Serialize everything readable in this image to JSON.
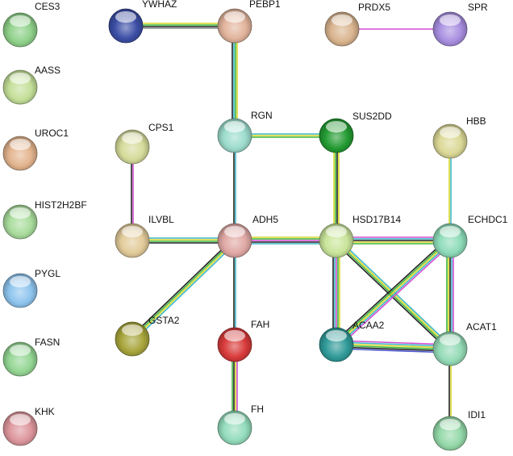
{
  "nodes": [
    {
      "id": "CES3",
      "label": "CES3",
      "color": "#8fd18a"
    },
    {
      "id": "AASS",
      "label": "AASS",
      "color": "#c3df98"
    },
    {
      "id": "UROC1",
      "label": "UROC1",
      "color": "#e3b48e"
    },
    {
      "id": "HIST2H2BF",
      "label": "HIST2H2BF",
      "color": "#a9dc9c"
    },
    {
      "id": "PYGL",
      "label": "PYGL",
      "color": "#8ec4ee"
    },
    {
      "id": "FASN",
      "label": "FASN",
      "color": "#94d694"
    },
    {
      "id": "KHK",
      "label": "KHK",
      "color": "#dc969c"
    },
    {
      "id": "YWHAZ",
      "label": "YWHAZ",
      "color": "#3c4fa6"
    },
    {
      "id": "PEBP1",
      "label": "PEBP1",
      "color": "#e2b49c"
    },
    {
      "id": "PRDX5",
      "label": "PRDX5",
      "color": "#d9b48e"
    },
    {
      "id": "SPR",
      "label": "SPR",
      "color": "#a88ee0"
    },
    {
      "id": "CPS1",
      "label": "CPS1",
      "color": "#d5db9a"
    },
    {
      "id": "RGN",
      "label": "RGN",
      "color": "#9cdccc"
    },
    {
      "id": "SUS2DD",
      "label": "SUS2DD",
      "color": "#239b32"
    },
    {
      "id": "HBB",
      "label": "HBB",
      "color": "#dbd896"
    },
    {
      "id": "ILVBL",
      "label": "ILVBL",
      "color": "#e2cb9a"
    },
    {
      "id": "ADH5",
      "label": "ADH5",
      "color": "#e0a8a4"
    },
    {
      "id": "HSD17B14",
      "label": "HSD17B14",
      "color": "#c9e59a"
    },
    {
      "id": "ECHDC1",
      "label": "ECHDC1",
      "color": "#8ddbb8"
    },
    {
      "id": "GSTA2",
      "label": "GSTA2",
      "color": "#a8a53c"
    },
    {
      "id": "FAH",
      "label": "FAH",
      "color": "#d83a3a"
    },
    {
      "id": "ACAA2",
      "label": "ACAA2",
      "color": "#2f9a98"
    },
    {
      "id": "ACAT1",
      "label": "ACAT1",
      "color": "#94dab6"
    },
    {
      "id": "FH",
      "label": "FH",
      "color": "#94dcbc"
    },
    {
      "id": "IDI1",
      "label": "IDI1",
      "color": "#94d8a8"
    }
  ],
  "edges": [
    {
      "from": "YWHAZ",
      "to": "PEBP1",
      "evidence": [
        "yellow",
        "green",
        "black",
        "gray"
      ]
    },
    {
      "from": "PRDX5",
      "to": "SPR",
      "evidence": [
        "magenta"
      ]
    },
    {
      "from": "PEBP1",
      "to": "RGN",
      "evidence": [
        "yellow",
        "green",
        "cyan",
        "black"
      ]
    },
    {
      "from": "RGN",
      "to": "SUS2DD",
      "evidence": [
        "cyan",
        "yellow",
        "green"
      ]
    },
    {
      "from": "RGN",
      "to": "ADH5",
      "evidence": [
        "cyan",
        "black"
      ]
    },
    {
      "from": "SUS2DD",
      "to": "HSD17B14",
      "evidence": [
        "yellow",
        "black",
        "green",
        "yellow"
      ]
    },
    {
      "from": "CPS1",
      "to": "ILVBL",
      "evidence": [
        "magenta",
        "black"
      ]
    },
    {
      "from": "ILVBL",
      "to": "ADH5",
      "evidence": [
        "cyan",
        "yellow",
        "green",
        "black"
      ]
    },
    {
      "from": "ADH5",
      "to": "HSD17B14",
      "evidence": [
        "yellow",
        "green",
        "magenta",
        "black",
        "cyan"
      ]
    },
    {
      "from": "ADH5",
      "to": "GSTA2",
      "evidence": [
        "cyan",
        "yellow",
        "green",
        "black"
      ]
    },
    {
      "from": "ADH5",
      "to": "FAH",
      "evidence": [
        "cyan",
        "black"
      ]
    },
    {
      "from": "FAH",
      "to": "FH",
      "evidence": [
        "magenta",
        "yellow",
        "black",
        "green"
      ]
    },
    {
      "from": "HBB",
      "to": "ECHDC1",
      "evidence": [
        "cyan",
        "yellow"
      ]
    },
    {
      "from": "HSD17B14",
      "to": "ECHDC1",
      "evidence": [
        "magenta",
        "cyan",
        "black",
        "yellow",
        "green"
      ]
    },
    {
      "from": "HSD17B14",
      "to": "ACAA2",
      "evidence": [
        "yellow",
        "green",
        "magenta",
        "cyan",
        "black"
      ]
    },
    {
      "from": "HSD17B14",
      "to": "ACAT1",
      "evidence": [
        "cyan",
        "yellow",
        "green",
        "black"
      ]
    },
    {
      "from": "ECHDC1",
      "to": "ACAA2",
      "evidence": [
        "magenta",
        "cyan",
        "yellow",
        "green",
        "black"
      ]
    },
    {
      "from": "ECHDC1",
      "to": "ACAT1",
      "evidence": [
        "magenta",
        "cyan",
        "black",
        "yellow",
        "green"
      ]
    },
    {
      "from": "ACAA2",
      "to": "ACAT1",
      "evidence": [
        "magenta",
        "cyan",
        "yellow",
        "green",
        "black",
        "blue"
      ]
    },
    {
      "from": "ACAT1",
      "to": "IDI1",
      "evidence": [
        "yellow",
        "black"
      ]
    }
  ]
}
